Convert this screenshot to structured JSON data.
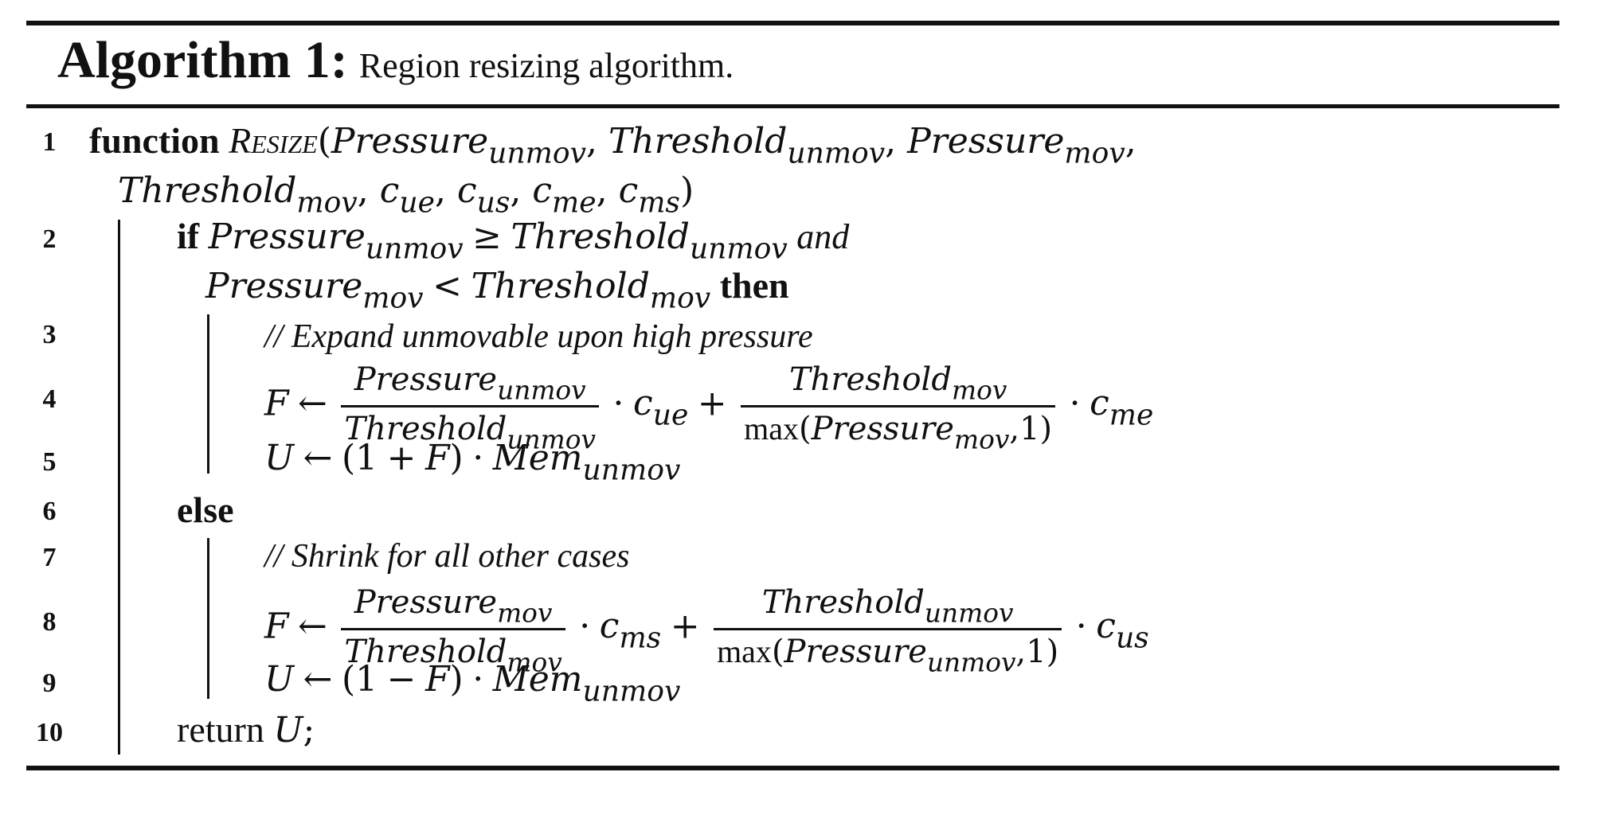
{
  "algorithm": {
    "label": "Algorithm 1:",
    "caption": "Region resizing algorithm."
  },
  "line_numbers": [
    "1",
    "2",
    "3",
    "4",
    "5",
    "6",
    "7",
    "8",
    "9",
    "10"
  ],
  "keywords": {
    "function": "function",
    "if": "if",
    "and": "and",
    "then": "then",
    "else": "else",
    "return": "return"
  },
  "function_name": "Resize",
  "symbols": {
    "pressure": "Pressure",
    "threshold": "Threshold",
    "mem": "Mem",
    "c": "c",
    "F": "F",
    "U": "U",
    "unmov": "unmov",
    "mov": "mov",
    "ue": "ue",
    "us": "us",
    "me": "me",
    "ms": "ms",
    "max": "max",
    "one": "1",
    "geq": "≥",
    "lt": "<",
    "larr": "←",
    "cdot": "·",
    "plus": "+",
    "minus": "−"
  },
  "comments": {
    "expand": "// Expand unmovable upon high pressure",
    "shrink": "// Shrink for all other cases"
  }
}
